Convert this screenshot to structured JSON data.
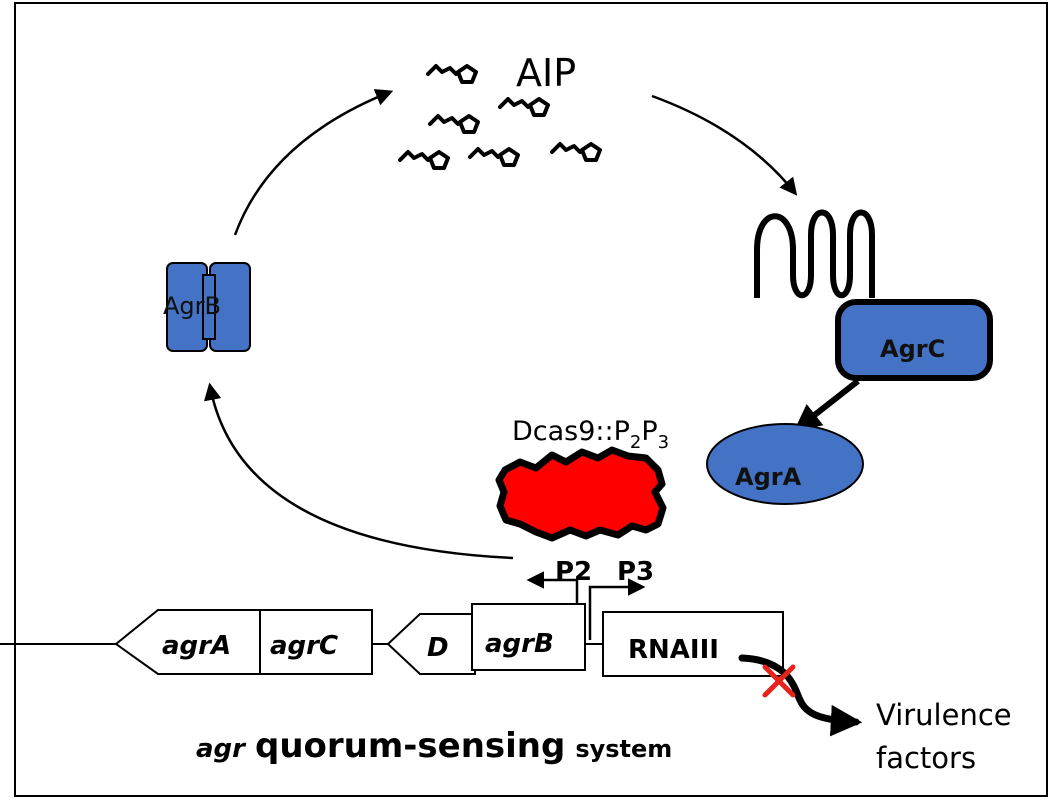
{
  "aip_label": "AIP",
  "proteins": {
    "agrb": "AgrB",
    "agrc": "AgrC",
    "agra": "AgrA"
  },
  "dcas9": {
    "prefix": "Dcas9::P",
    "sub1": "2",
    "mid": "P",
    "sub2": "3"
  },
  "promoters": {
    "p2": "P2",
    "p3": "P3"
  },
  "genes": {
    "agra": "agrA",
    "agrc": "agrC",
    "d": "D",
    "agrb": "agrB",
    "rnaiii": "RNAIII"
  },
  "virulence": {
    "line1": "Virulence",
    "line2": "factors"
  },
  "system_title": {
    "italic_part": "agr",
    "bold_part": "quorum-sensing",
    "plain_part": "system"
  },
  "colors": {
    "protein_blue": "#4472C4",
    "dcas9_red": "#FF0000",
    "block_x": "#E8231B"
  }
}
